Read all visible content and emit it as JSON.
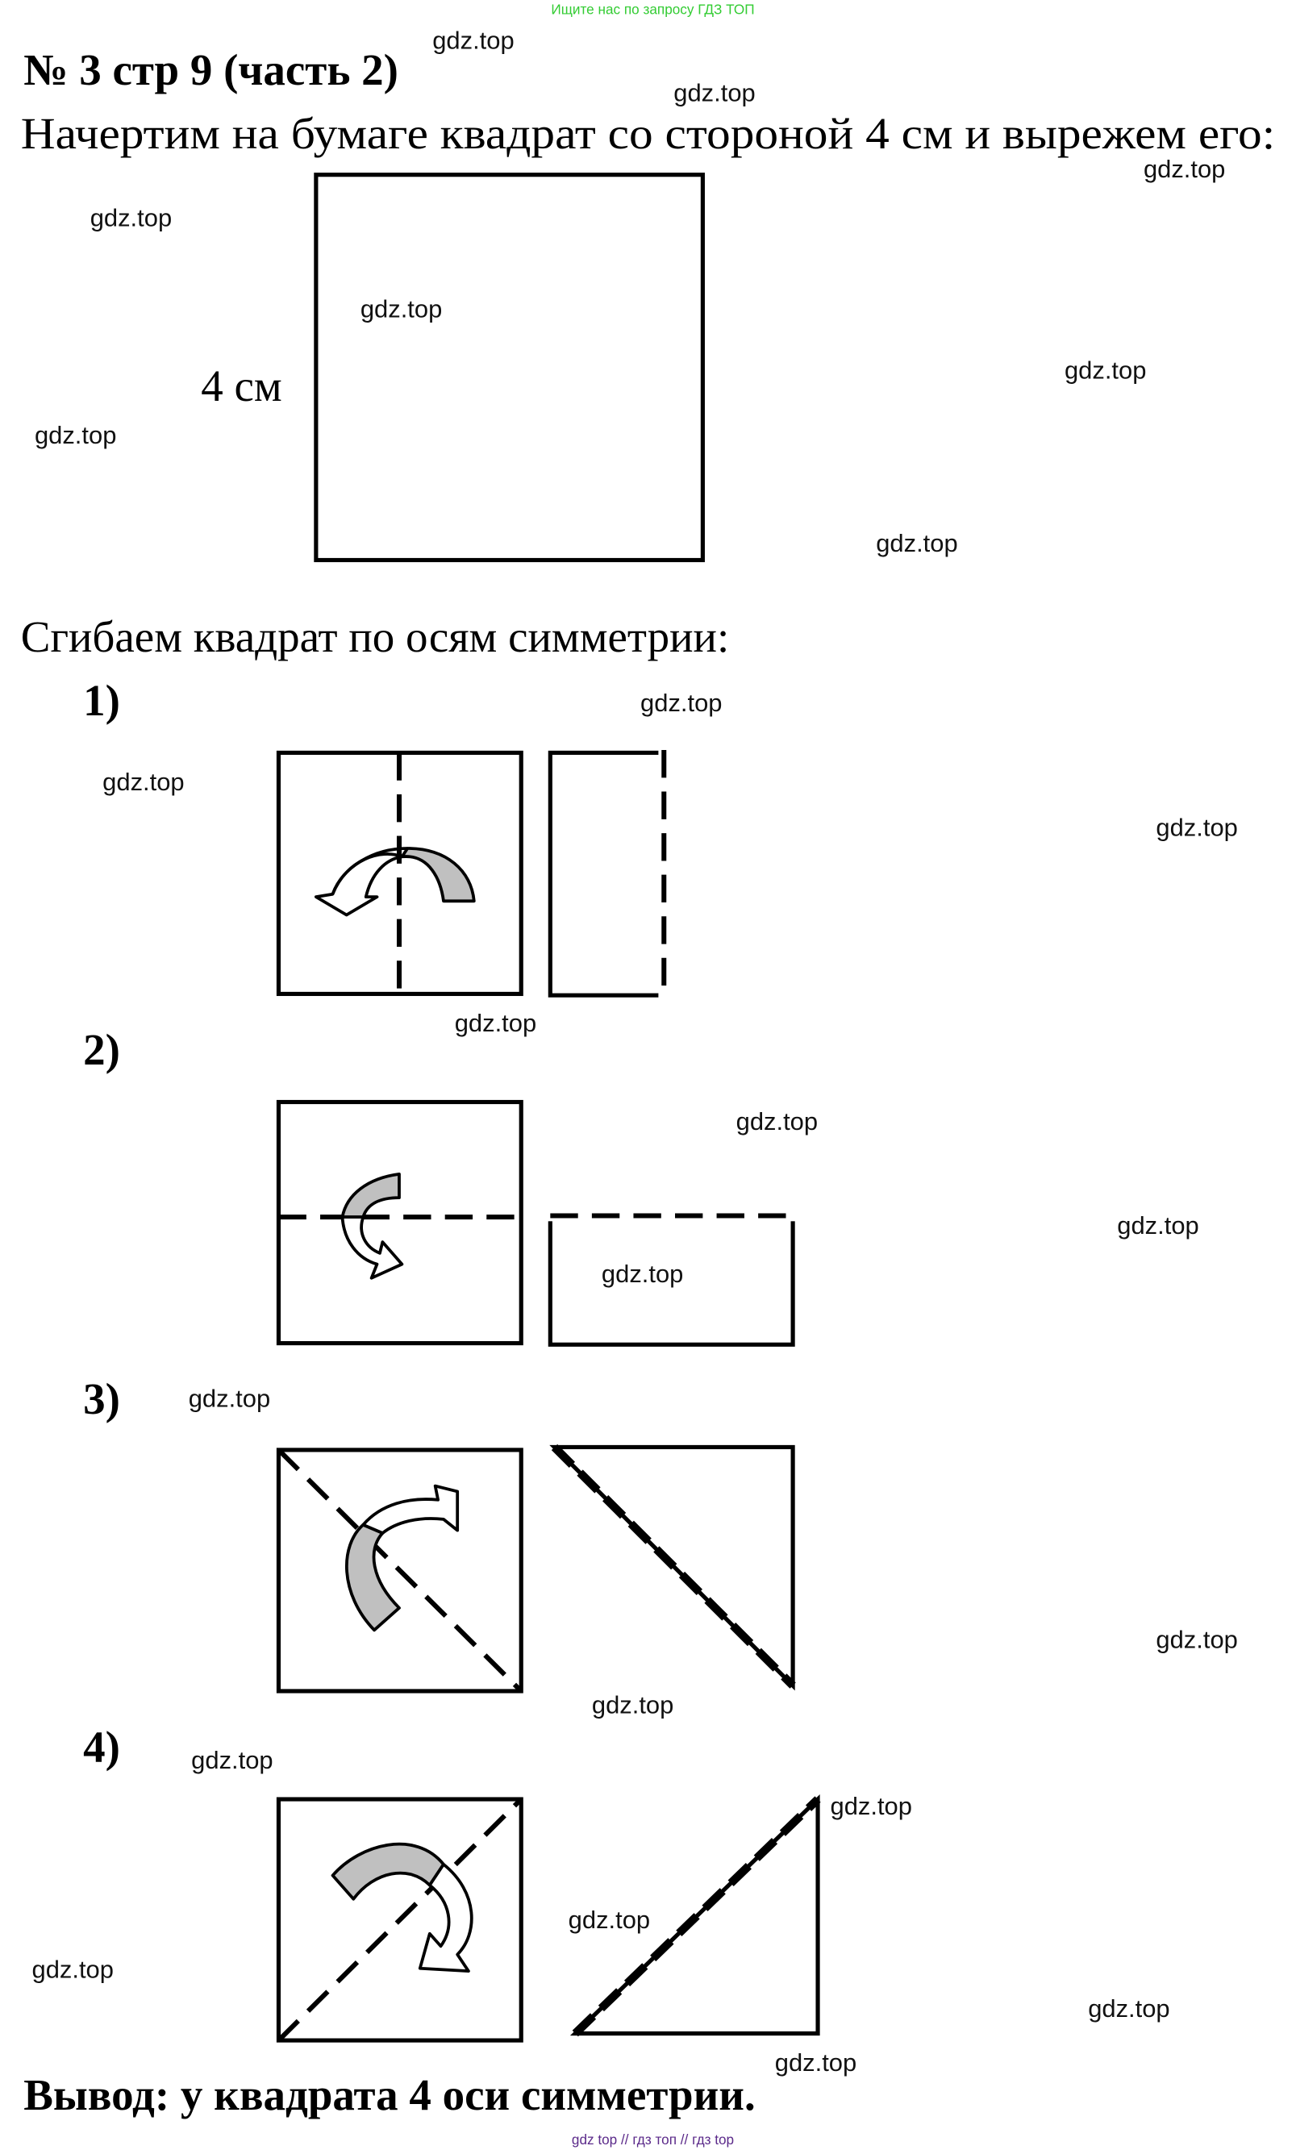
{
  "banner": "Ищите нас по запросу ГДЗ ТОП",
  "title": "№ 3 стр 9 (часть 2)",
  "intro": "Начертим на бумаге квадрат со стороной 4 см и вырежем его:",
  "side_label": "4 см",
  "fold_heading": "Сгибаем квадрат по осям симметрии:",
  "steps": [
    "1)",
    "2)",
    "3)",
    "4)"
  ],
  "conclusion": "Вывод: у квадрата 4 оси симметрии.",
  "footer": "gdz top // гдз топ // гдз top",
  "watermark": "gdz.top",
  "colors": {
    "banner": "#33cc33",
    "footer": "#5b2a8a",
    "arrow_fill": "#c0c0c0"
  }
}
